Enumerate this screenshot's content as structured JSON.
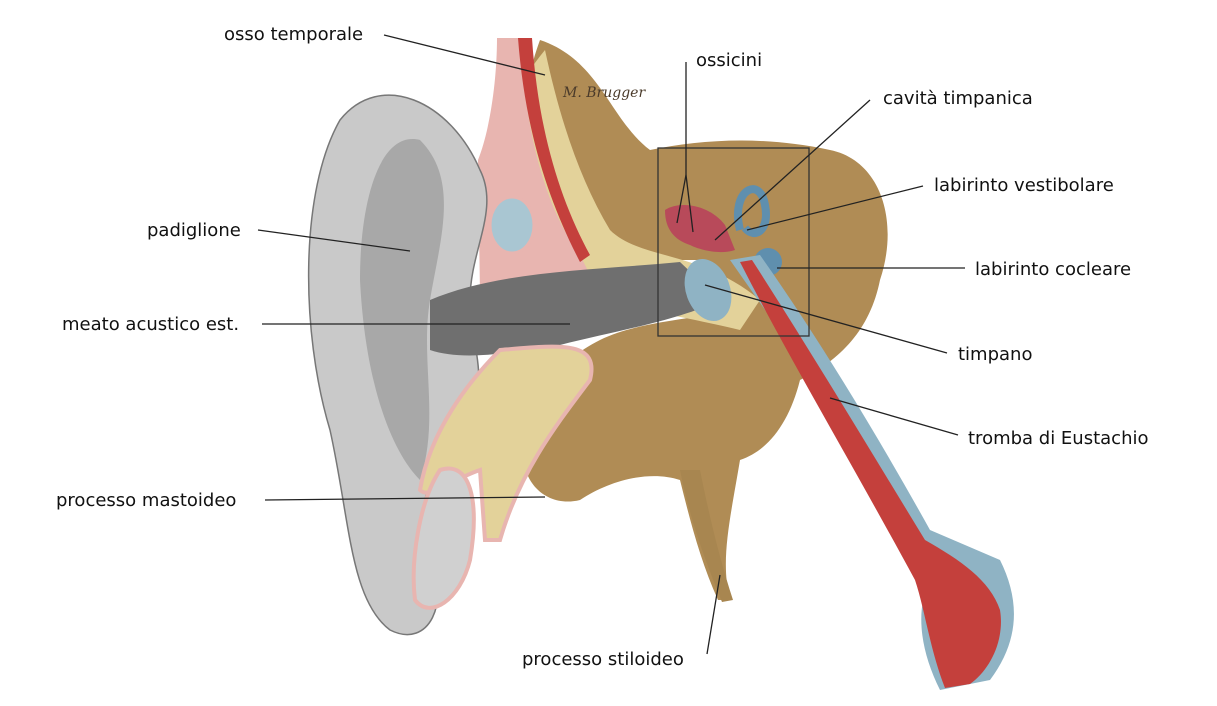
{
  "title": "Anatomia dell'orecchio",
  "signature": "M. Brugger",
  "labels": {
    "osso_temporale": "osso temporale",
    "ossicini": "ossicini",
    "cavita_timpanica": "cavità timpanica",
    "labirinto_vestibolare": "labirinto vestibolare",
    "labirinto_cocleare": "labirinto cocleare",
    "timpano": "timpano",
    "tromba_eustachio": "tromba di Eustachio",
    "padiglione": "padiglione",
    "meato": "meato acustico est.",
    "processo_mastoideo": "processo mastoideo",
    "processo_stiloideo": "processo stiloideo"
  },
  "colors": {
    "bone": "#b8955a",
    "bone_light": "#e3d29a",
    "skin": "#c8c8c8",
    "canal": "#6e6e6e",
    "red": "#c4403c",
    "blue": "#8fb3c4",
    "pink": "#e8b5b0"
  }
}
